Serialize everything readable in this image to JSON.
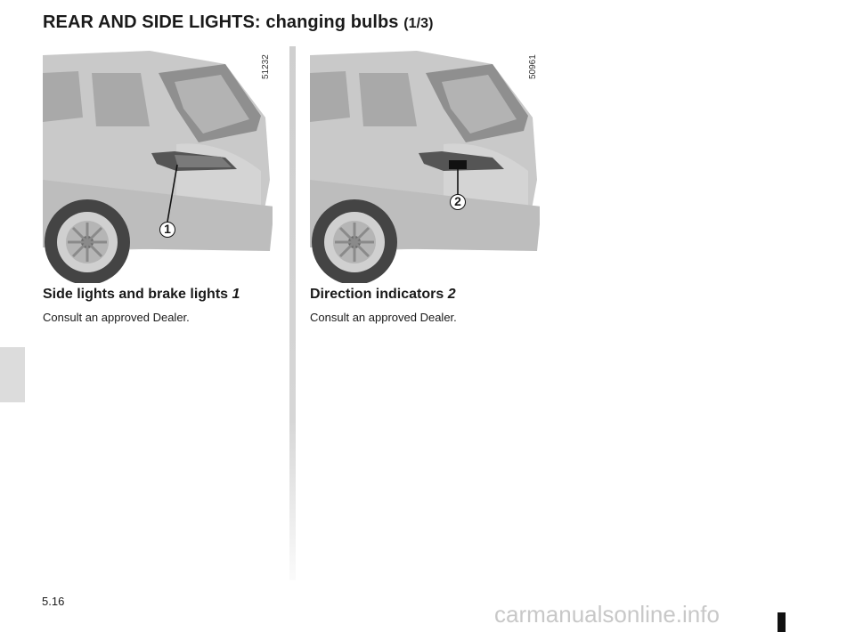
{
  "header": {
    "title": "REAR AND SIDE LIGHTS: changing bulbs",
    "title_part": "(1/3)"
  },
  "figures": [
    {
      "ref_number": "51232",
      "callout": "1"
    },
    {
      "ref_number": "50961",
      "callout": "2"
    }
  ],
  "sections": [
    {
      "heading": "Side lights and brake lights",
      "heading_ref": "1",
      "body": "Consult an approved Dealer."
    },
    {
      "heading": "Direction indicators",
      "heading_ref": "2",
      "body": "Consult an approved Dealer."
    }
  ],
  "footer": {
    "page_number": "5.16",
    "watermark": "carmanualsonline.info"
  }
}
